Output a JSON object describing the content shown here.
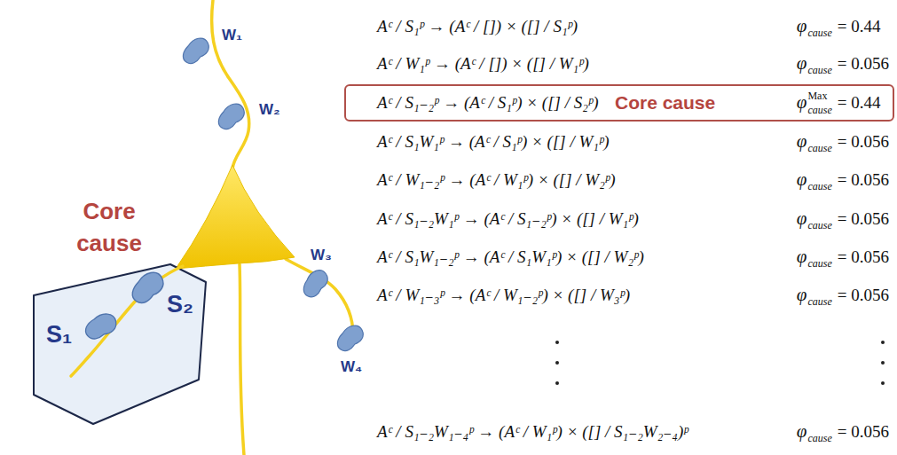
{
  "diagram": {
    "nodes": [
      {
        "text": [
          "Core cause"
        ]
      },
      {
        "text": [
          "Aᶜ / S₁₋₂ᵖ → (Aᶜ / S₁ᵖ) × ([] / S₂ᵖ)",
          "Core cause",
          "φ",
          "Max",
          "cause",
          "= 0.44"
        ]
      }
    ],
    "labels": [
      "W₁",
      "W₂",
      "W₃",
      "W₄",
      "S₁",
      "S₂",
      "Aᶜ / S₁ᵖ → (Aᶜ / []) × ([] / S₁ᵖ)",
      "φ",
      "cause",
      "= 0.44",
      "Aᶜ / W₁ᵖ → (Aᶜ / []) × ([] / W₁ᵖ)",
      "φ",
      "cause",
      "= 0.056",
      "Aᶜ / S₁W₁ᵖ → (Aᶜ / S₁ᵖ) × ([] / W₁ᵖ)",
      "φ",
      "cause",
      "= 0.056",
      "Aᶜ / W₁₋₂ᵖ → (Aᶜ / W₁ᵖ) × ([] / W₂ᵖ)",
      "φ",
      "cause",
      "= 0.056",
      "Aᶜ / S₁₋₂W₁ᵖ → (Aᶜ / S₁₋₂ᵖ) × ([] / W₁ᵖ)",
      "φ",
      "cause",
      "= 0.056",
      "Aᶜ / S₁W₁₋₂ᵖ → (Aᶜ / S₁W₁ᵖ) × ([] / W₂ᵖ)",
      "φ",
      "cause",
      "= 0.056",
      "Aᶜ / W₁₋₃ᵖ → (Aᶜ / W₁₋₂ᵖ) × ([] / W₃ᵖ)",
      "φ",
      "cause",
      "= 0.056",
      "Aᶜ / S₁₋₂W₁₋₄ᵖ → (Aᶜ / W₁ᵖ) × ([] / S₁₋₂W₂₋₄)ᵖ",
      "φ",
      "cause",
      "= 0.056"
    ]
  }
}
